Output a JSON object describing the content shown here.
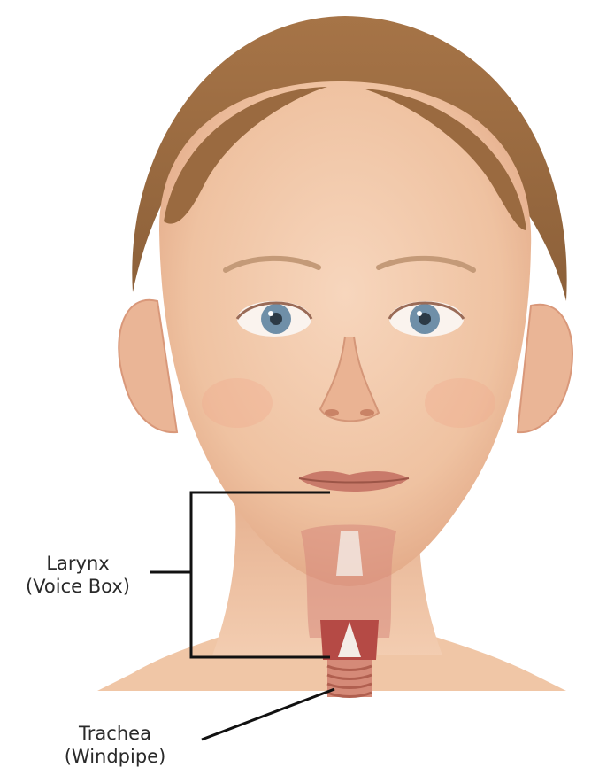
{
  "labels": {
    "larynx": {
      "name": "Larynx",
      "alias": "(Voice Box)"
    },
    "trachea": {
      "name": "Trachea",
      "alias": "(Windpipe)"
    }
  },
  "colors": {
    "skin": "#f2c9a8",
    "skin_shadow": "#e3a988",
    "hair": "#a7764b",
    "hair_dark": "#7f5634",
    "iris": "#6f8fa8",
    "lips": "#c97a6a",
    "larynx_tissue": "#d7897c",
    "cartilage": "#f4ece6",
    "trachea_muscle": "#b54a45",
    "callout_line": "#111111",
    "label_text": "#2a2a2a"
  }
}
